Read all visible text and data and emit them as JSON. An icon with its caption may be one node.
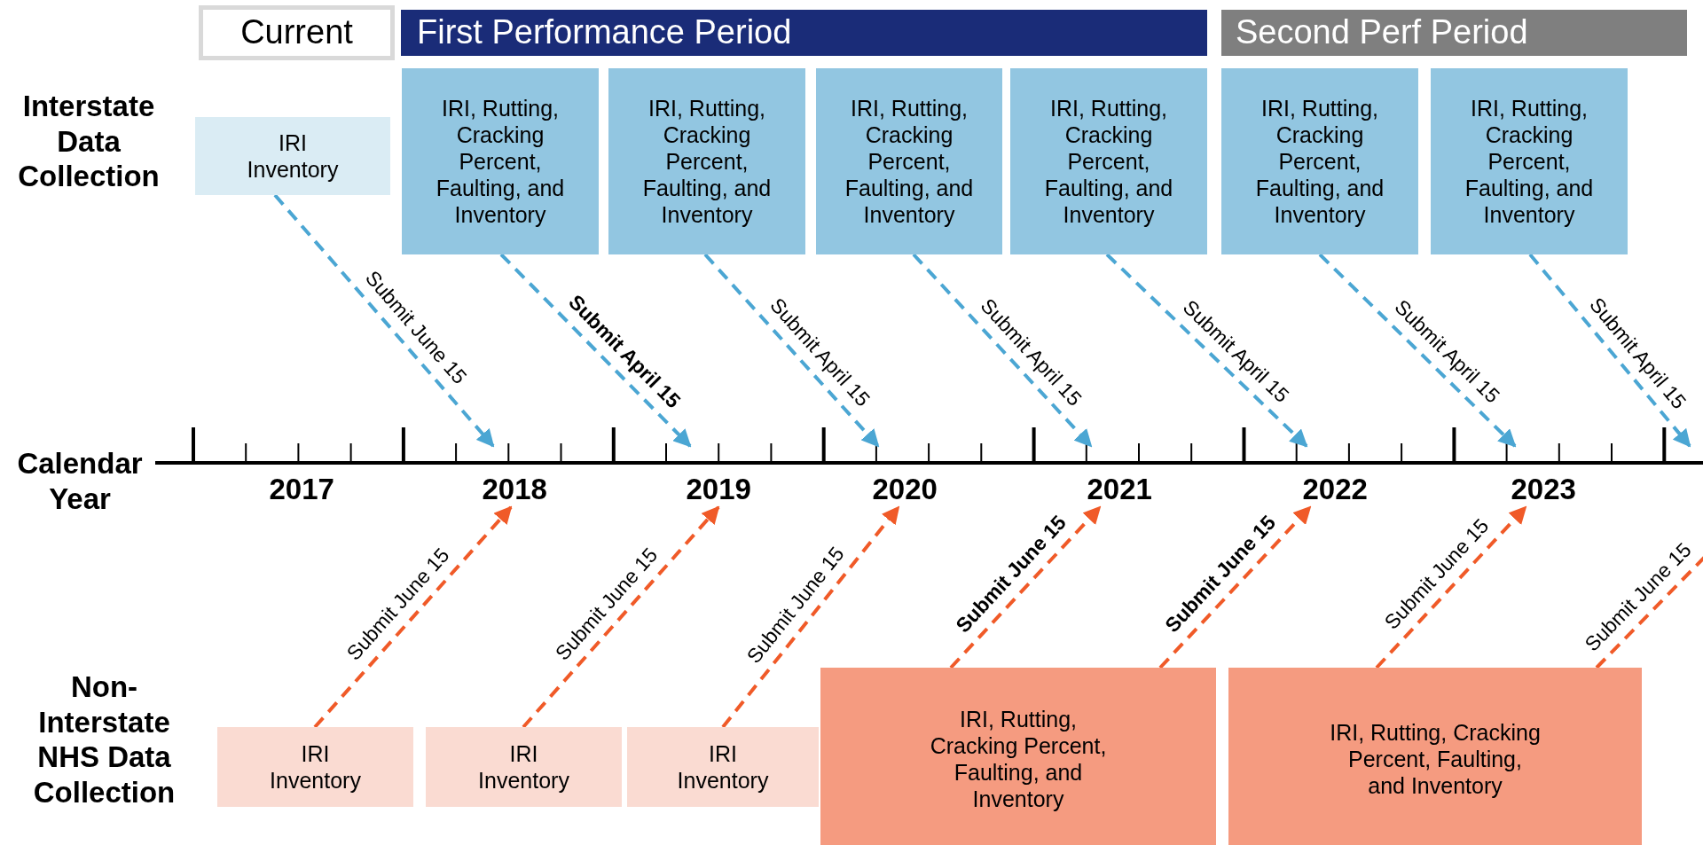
{
  "diagram": {
    "nodes": [
      {
        "text": [
          "Current"
        ]
      },
      {
        "text": [
          "First Performance Period"
        ]
      },
      {
        "text": [
          "Second Perf Period"
        ]
      },
      {
        "text": [
          "IRI Inventory"
        ]
      },
      {
        "text": [
          "IRI, Rutting, Cracking Percent, Faulting, and Inventory"
        ]
      },
      {
        "text": [
          "IRI, Rutting, Cracking Percent, Faulting, and Inventory"
        ]
      },
      {
        "text": [
          "IRI, Rutting, Cracking Percent, Faulting, and Inventory"
        ]
      },
      {
        "text": [
          "IRI, Rutting, Cracking Percent, Faulting, and Inventory"
        ]
      },
      {
        "text": [
          "IRI, Rutting, Cracking Percent, Faulting, and Inventory"
        ]
      },
      {
        "text": [
          "IRI, Rutting, Cracking Percent, Faulting, and Inventory"
        ]
      },
      {
        "text": [
          "IRI Inventory"
        ]
      },
      {
        "text": [
          "IRI Inventory"
        ]
      },
      {
        "text": [
          "IRI Inventory"
        ]
      },
      {
        "text": [
          "IRI, Rutting, Cracking Percent, Faulting, and Inventory"
        ]
      },
      {
        "text": [
          "IRI, Rutting, Cracking Percent, Faulting, and Inventory"
        ]
      },
      {
        "text": [
          "2017"
        ]
      },
      {
        "text": [
          "2018"
        ]
      },
      {
        "text": [
          "2019"
        ]
      },
      {
        "text": [
          "2020"
        ]
      },
      {
        "text": [
          "2021"
        ]
      },
      {
        "text": [
          "2022"
        ]
      },
      {
        "text": [
          "2023"
        ]
      }
    ],
    "edges": [
      {
        "from": 3,
        "to": 16,
        "arrow": "to",
        "label": "Submit June 15",
        "style": "dashed",
        "color": "#4ba6d3"
      },
      {
        "from": 4,
        "to": 17,
        "arrow": "to",
        "label": "Submit April 15",
        "style": "dashed",
        "color": "#4ba6d3"
      },
      {
        "from": 5,
        "to": 18,
        "arrow": "to",
        "label": "Submit April 15",
        "style": "dashed",
        "color": "#4ba6d3"
      },
      {
        "from": 6,
        "to": 19,
        "arrow": "to",
        "label": "Submit April 15",
        "style": "dashed",
        "color": "#4ba6d3"
      },
      {
        "from": 7,
        "to": 20,
        "arrow": "to",
        "label": "Submit April 15",
        "style": "dashed",
        "color": "#4ba6d3"
      },
      {
        "from": 8,
        "to": 21,
        "arrow": "to",
        "label": "Submit April 15",
        "style": "dashed",
        "color": "#4ba6d3"
      },
      {
        "from": 9,
        "to": null,
        "arrow": "to",
        "label": "Submit April 15",
        "style": "dashed",
        "color": "#4ba6d3"
      },
      {
        "from": 10,
        "to": 16,
        "arrow": "to",
        "label": "Submit June 15",
        "style": "dashed",
        "color": "#f05a28"
      },
      {
        "from": 11,
        "to": 17,
        "arrow": "to",
        "label": "Submit June 15",
        "style": "dashed",
        "color": "#f05a28"
      },
      {
        "from": 12,
        "to": 18,
        "arrow": "to",
        "label": "Submit June 15",
        "style": "dashed",
        "color": "#f05a28"
      },
      {
        "from": 13,
        "to": 19,
        "arrow": "to",
        "label": "Submit June 15",
        "style": "dashed",
        "color": "#f05a28"
      },
      {
        "from": 13,
        "to": 20,
        "arrow": "to",
        "label": "Submit June 15",
        "style": "dashed",
        "color": "#f05a28"
      },
      {
        "from": 14,
        "to": 21,
        "arrow": "to",
        "label": "Submit June 15",
        "style": "dashed",
        "color": "#f05a28"
      },
      {
        "from": 14,
        "to": null,
        "arrow": "none",
        "label": "Submit June 15",
        "style": "dashed",
        "color": "#f05a28"
      }
    ],
    "labels": [
      "Interstate Data Collection",
      "Calendar Year",
      "Non-Interstate NHS Data Collection"
    ]
  }
}
